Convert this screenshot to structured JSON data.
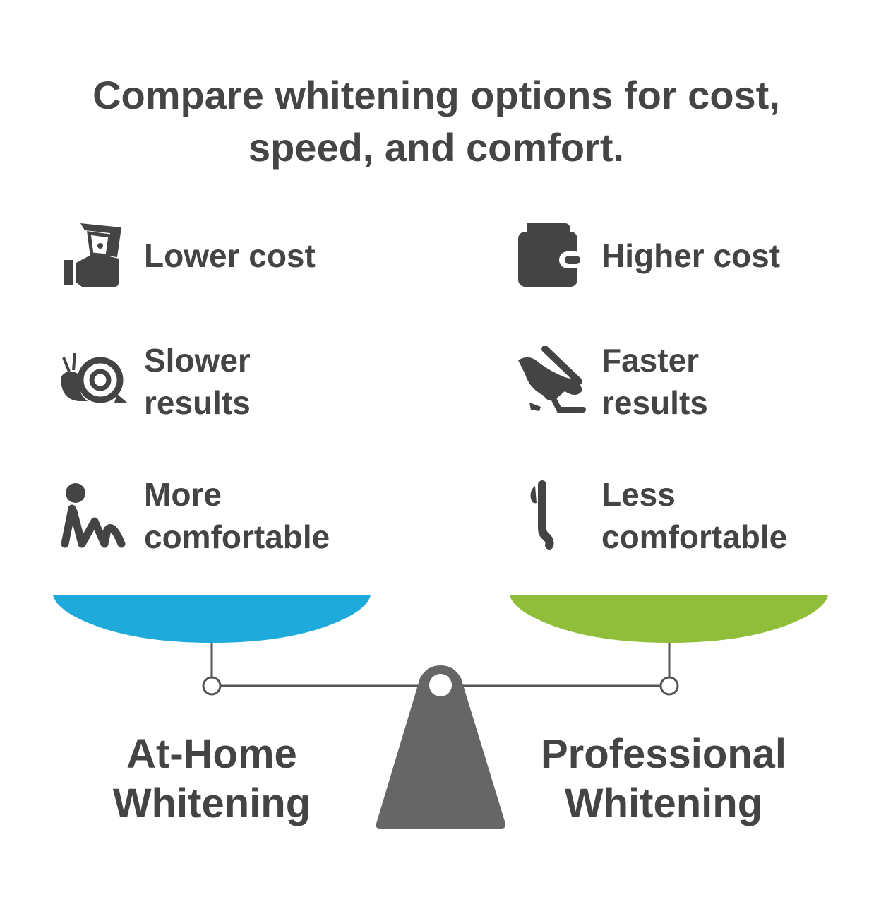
{
  "title": {
    "line1": "Compare whitening options for cost,",
    "line2": "speed, and comfort."
  },
  "left": {
    "label_line1": "At-Home",
    "label_line2": "Whitening",
    "color": "#1EAADB",
    "items": [
      {
        "icon": "hand-money-icon",
        "line1": "Lower cost",
        "line2": ""
      },
      {
        "icon": "snail-icon",
        "line1": "Slower",
        "line2": "results"
      },
      {
        "icon": "relaxed-person-icon",
        "line1": "More",
        "line2": "comfortable"
      }
    ]
  },
  "right": {
    "label_line1": "Professional",
    "label_line2": "Whitening",
    "color": "#91BE3A",
    "items": [
      {
        "icon": "wallet-icon",
        "line1": "Higher cost",
        "line2": ""
      },
      {
        "icon": "rabbit-icon",
        "line1": "Faster",
        "line2": "results"
      },
      {
        "icon": "rigid-person-icon",
        "line1": "Less",
        "line2": "comfortable"
      }
    ]
  }
}
